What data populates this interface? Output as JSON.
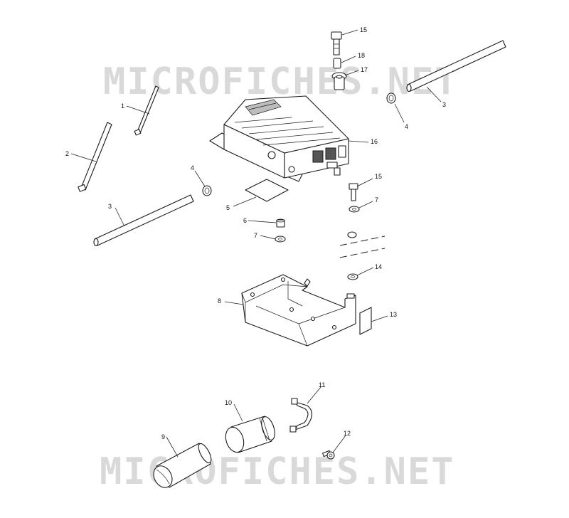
{
  "watermark": {
    "text": "MICROFICHES.NET",
    "color": "#d9d9d9"
  },
  "callouts": [
    {
      "id": "c15a",
      "label": "15"
    },
    {
      "id": "c18",
      "label": "18"
    },
    {
      "id": "c17",
      "label": "17"
    },
    {
      "id": "c3a",
      "label": "3"
    },
    {
      "id": "c4a",
      "label": "4"
    },
    {
      "id": "c1",
      "label": "1"
    },
    {
      "id": "c2",
      "label": "2"
    },
    {
      "id": "c16",
      "label": "16"
    },
    {
      "id": "c4b",
      "label": "4"
    },
    {
      "id": "c15b",
      "label": "15"
    },
    {
      "id": "c7a",
      "label": "7"
    },
    {
      "id": "c5",
      "label": "5"
    },
    {
      "id": "c3b",
      "label": "3"
    },
    {
      "id": "c6",
      "label": "6"
    },
    {
      "id": "c7b",
      "label": "7"
    },
    {
      "id": "c14",
      "label": "14"
    },
    {
      "id": "c8",
      "label": "8"
    },
    {
      "id": "c13",
      "label": "13"
    },
    {
      "id": "c11",
      "label": "11"
    },
    {
      "id": "c10",
      "label": "10"
    },
    {
      "id": "c12",
      "label": "12"
    },
    {
      "id": "c9",
      "label": "9"
    }
  ]
}
